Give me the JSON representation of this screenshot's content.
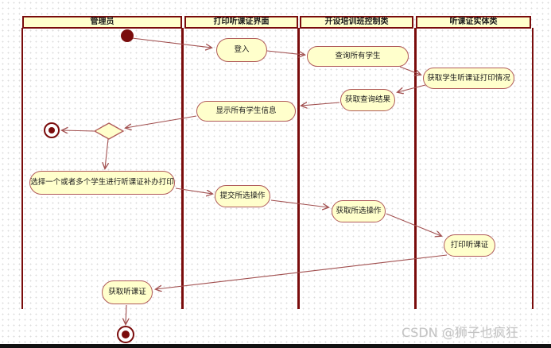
{
  "diagram": {
    "type": "uml-activity-swimlane",
    "lanes": [
      {
        "label": "管理员"
      },
      {
        "label": "打印听课证界面"
      },
      {
        "label": "开设培训班控制类"
      },
      {
        "label": "听课证实体类"
      }
    ],
    "activities": {
      "login": "登入",
      "query_all_students": "查询所有学生",
      "get_student_card_print_status": "获取学生听课证打印情况",
      "get_query_result": "获取查询结果",
      "show_all_student_info": "显示所有学生信息",
      "select_students_reprint": "选择一个或者多个学生进行听课证补办打印",
      "submit_selected_op": "提交所选操作",
      "get_selected_op": "获取所选操作",
      "print_card": "打印听课证",
      "get_card": "获取听课证"
    },
    "colors": {
      "lane_border": "#7a0c0c",
      "activity_fill": "#ffffcc",
      "activity_border": "#b05a5a",
      "arrow": "#a14f4f",
      "terminal_node": "#7a0c0c",
      "watermark_text": "#c4c4c4"
    }
  },
  "page": {
    "watermark": "CSDN @狮子也疯狂"
  }
}
